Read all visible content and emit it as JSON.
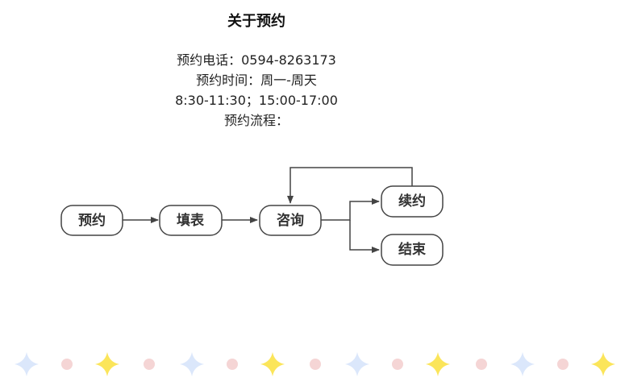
{
  "title": "关于预约",
  "info": {
    "phone": "预约电话：0594-8263173",
    "time": "预约时间：周一-周天",
    "hours": "8:30-11:30；15:00-17:00",
    "process_label": "预约流程："
  },
  "flow": {
    "steps": [
      "预约",
      "填表",
      "咨询",
      "续约",
      "结束"
    ]
  },
  "colors": {
    "stroke": "#444444",
    "star_blue": "#dbe7fb",
    "star_yellow": "#fbe55a",
    "dot_pink": "#f5d5d5"
  }
}
